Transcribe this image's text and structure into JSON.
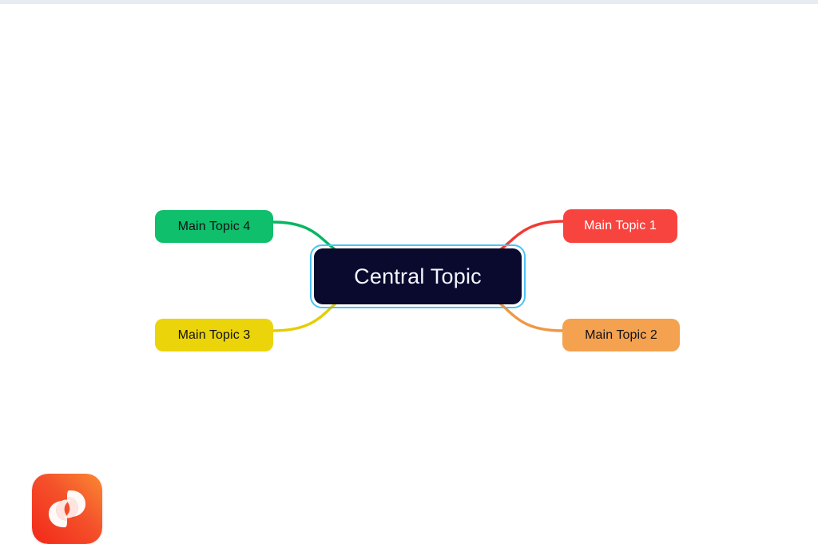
{
  "app": {
    "name": "Xmind",
    "icon_name": "xmind-app-icon",
    "icon_colors": {
      "gradient_start": "#f2381f",
      "gradient_end": "#f97a2a",
      "blade": "#ffffff"
    }
  },
  "canvas": {
    "background": "#ffffff",
    "top_strip_color": "#e8ebef"
  },
  "mindmap": {
    "central": {
      "label": "Central Topic",
      "fill": "#0a0a2e",
      "text_color": "#f2f6ff",
      "selected": true,
      "selection_color": "#4bc3f5"
    },
    "branches": [
      {
        "id": "main-topic-1",
        "label": "Main Topic 1",
        "fill": "#f8443f",
        "text_color": "#ffffff",
        "edge_color": "#ef3b36",
        "position": "right-top"
      },
      {
        "id": "main-topic-2",
        "label": "Main Topic 2",
        "fill": "#f4a250",
        "text_color": "#111118",
        "edge_color": "#ef9845",
        "position": "right-bottom"
      },
      {
        "id": "main-topic-3",
        "label": "Main Topic 3",
        "fill": "#ebd409",
        "text_color": "#111118",
        "edge_color": "#e5cd06",
        "position": "left-bottom"
      },
      {
        "id": "main-topic-4",
        "label": "Main Topic 4",
        "fill": "#0fbf6b",
        "text_color": "#111118",
        "edge_color": "#08b563",
        "position": "left-top"
      }
    ]
  }
}
